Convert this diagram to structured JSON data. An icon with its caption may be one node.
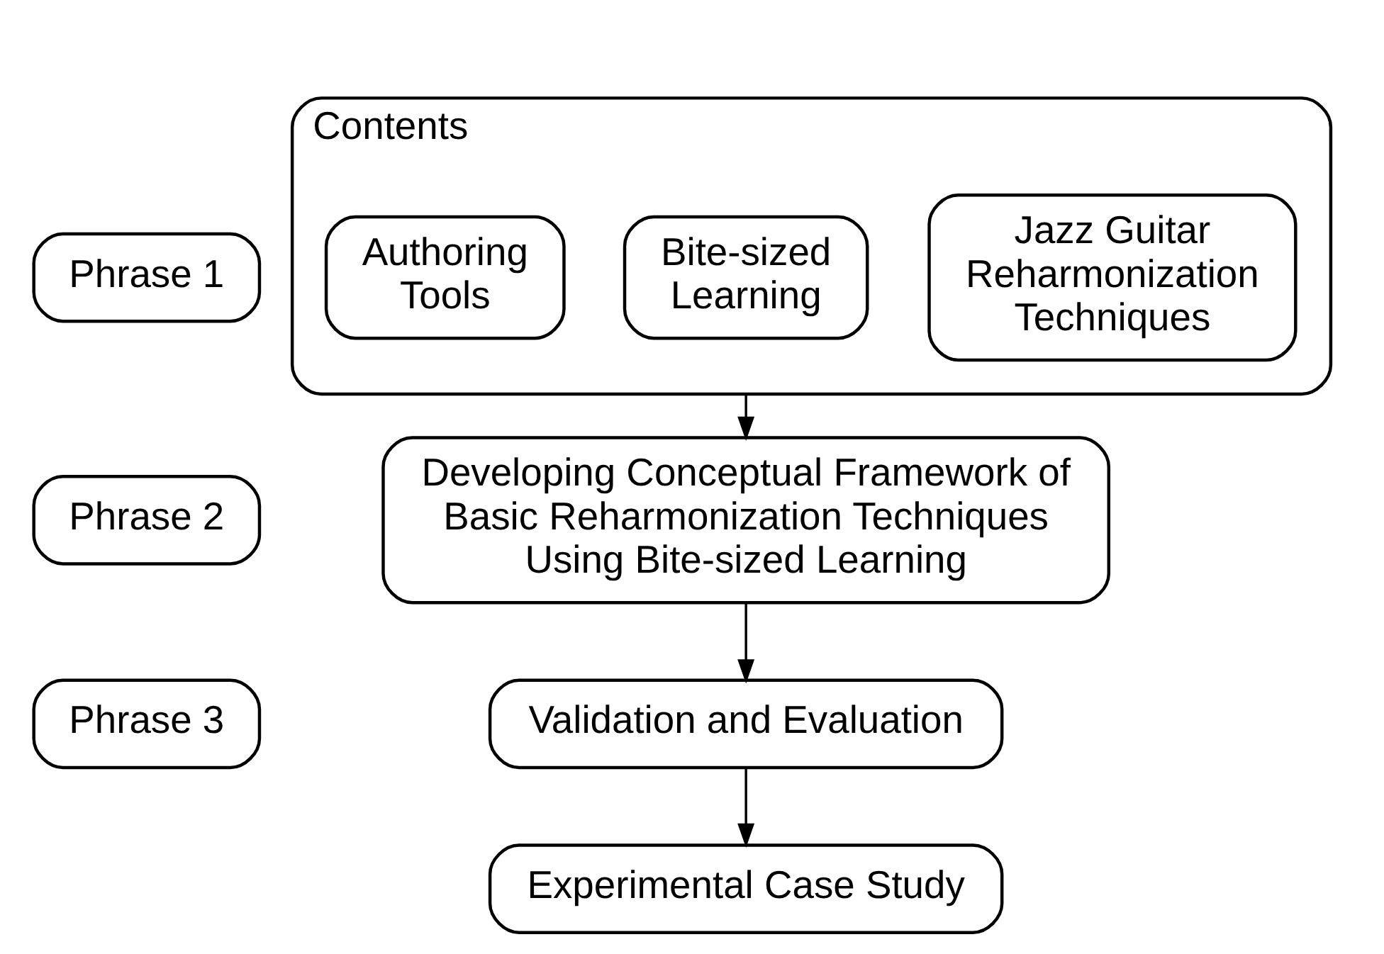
{
  "diagram": {
    "nodes": [
      {
        "text": [
          "Phrase 1"
        ]
      },
      {
        "text": [
          "Contents"
        ]
      },
      {
        "text": [
          "Jazz Guitar Reharmonization Techniques"
        ],
        "in": 1
      },
      {
        "text": [
          "Bite-sized Learning"
        ],
        "in": 1
      },
      {
        "text": [
          "Authoring Tools"
        ],
        "in": 1
      },
      {
        "text": [
          "Phrase 2"
        ]
      },
      {
        "text": [
          "Developing Conceptual Framework of Basic Reharmonization Techniques Using Bite-sized Learning"
        ]
      },
      {
        "text": [
          "Phrase 3"
        ]
      },
      {
        "text": [
          "Validation and Evaluation"
        ]
      },
      {
        "text": [
          "Experimental Case Study"
        ]
      }
    ],
    "edges": [
      {
        "from": 1,
        "to": 6,
        "arrow": "to"
      },
      {
        "from": 6,
        "to": 8,
        "arrow": "to"
      },
      {
        "from": 8,
        "to": 9,
        "arrow": "to"
      }
    ]
  }
}
